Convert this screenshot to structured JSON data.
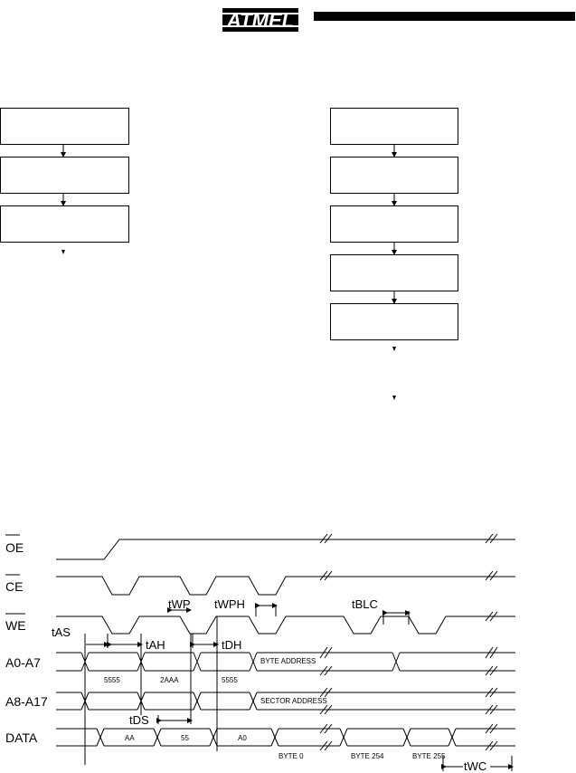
{
  "header": {
    "brand": "ATMEL"
  },
  "timing_diagram": {
    "signals": {
      "oe": "OE",
      "ce": "CE",
      "we": "WE",
      "a0a7": "A0-A7",
      "a8a17": "A8-A17",
      "data": "DATA"
    },
    "parameters": {
      "tas": "tAS",
      "tah": "tAH",
      "twp": "tWP",
      "twph": "tWPH",
      "tdh": "tDH",
      "tds": "tDS",
      "tblc": "tBLC",
      "twc": "tWC"
    },
    "bus_values": {
      "addr_5555_a": "5555",
      "addr_2aaa": "2AAA",
      "addr_5555_b": "5555",
      "byte_address": "BYTE ADDRESS",
      "sector_address": "SECTOR ADDRESS",
      "data_aa": "AA",
      "data_55": "55",
      "data_a0": "A0",
      "byte_0": "BYTE  0",
      "byte_254": "BYTE 254",
      "byte_255": "BYTE 255"
    }
  }
}
